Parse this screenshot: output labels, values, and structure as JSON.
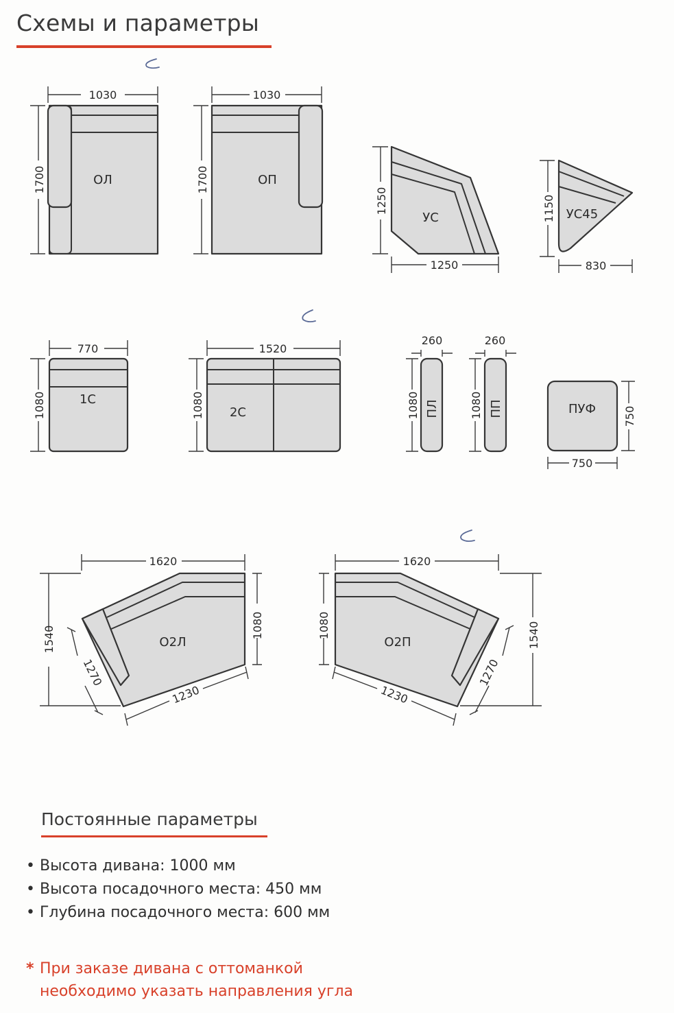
{
  "page": {
    "title": "Схемы и параметры"
  },
  "colors": {
    "accent": "#d8412a",
    "text": "#333333",
    "shape_fill": "#dcdcdc",
    "pen": "#5a6a96"
  },
  "modules": {
    "ol": {
      "label": "ОЛ",
      "width": "1030",
      "depth": "1700"
    },
    "op": {
      "label": "ОП",
      "width": "1030",
      "depth": "1700"
    },
    "us": {
      "label": "УС",
      "width": "1250",
      "depth": "1250"
    },
    "us45": {
      "label": "УС45",
      "width": "830",
      "depth": "1150"
    },
    "c1": {
      "label": "1С",
      "width": "770",
      "depth": "1080"
    },
    "c2": {
      "label": "2С",
      "width": "1520",
      "depth": "1080"
    },
    "pl": {
      "label": "ПЛ",
      "width": "260",
      "depth": "1080"
    },
    "pp": {
      "label": "ПП",
      "width": "260",
      "depth": "1080"
    },
    "puf": {
      "label": "ПУФ",
      "width": "750",
      "depth": "750"
    },
    "o2l": {
      "label": "О2Л",
      "width": "1620",
      "depth": "1540",
      "back": "1080",
      "side": "1270",
      "front": "1230"
    },
    "o2p": {
      "label": "О2П",
      "width": "1620",
      "depth": "1540",
      "back": "1080",
      "side": "1270",
      "front": "1230"
    }
  },
  "fixed": {
    "title": "Постоянные параметры",
    "items": [
      "Высота дивана: 1000 мм",
      "Высота посадочного места: 450 мм",
      "Глубина посадочного места: 600 мм"
    ]
  },
  "note": {
    "star": "*",
    "line1": "При заказе дивана с оттоманкой",
    "line2": "необходимо указать направления угла"
  }
}
